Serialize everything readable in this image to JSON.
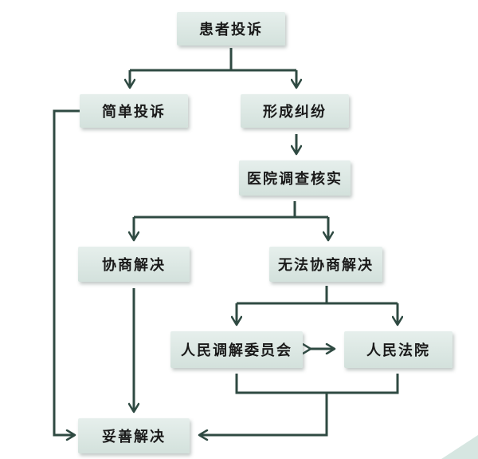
{
  "nodes": {
    "complaint": "患者投诉",
    "simple_complaint": "简单投诉",
    "dispute_formed": "形成纠纷",
    "hospital_investigation": "医院调查核实",
    "negotiated_resolution": "协商解决",
    "negotiation_failed": "无法协商解决",
    "mediation_committee": "人民调解委员会",
    "peoples_court": "人民法院",
    "proper_resolution": "妥善解决"
  },
  "colors": {
    "line": "#2f4a42",
    "node_fill_top": "#e6efec",
    "node_fill_bottom": "#d3e1dc",
    "text": "#1a1a1a"
  }
}
